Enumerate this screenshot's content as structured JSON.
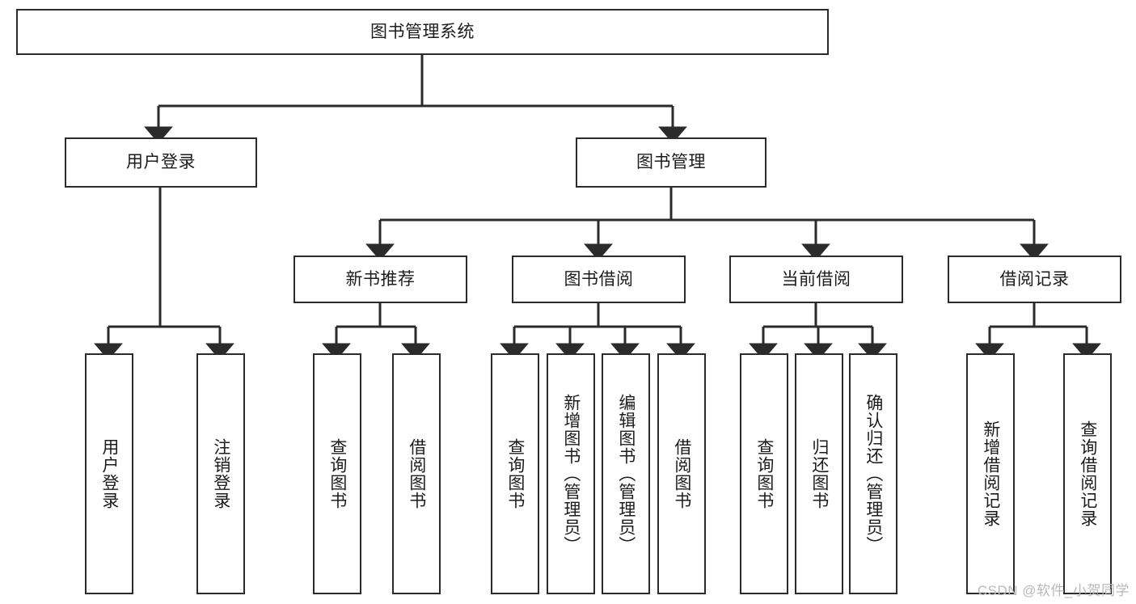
{
  "diagram": {
    "title_node": {
      "id": "root",
      "label": "图书管理系统"
    },
    "level2": [
      {
        "id": "user-login",
        "label": "用户登录"
      },
      {
        "id": "book-management",
        "label": "图书管理"
      }
    ],
    "level3": [
      {
        "id": "new-book-recommend",
        "label": "新书推荐"
      },
      {
        "id": "book-borrow",
        "label": "图书借阅"
      },
      {
        "id": "current-borrow",
        "label": "当前借阅"
      },
      {
        "id": "borrow-record",
        "label": "借阅记录"
      }
    ],
    "leaves": {
      "user_login": [
        {
          "id": "leaf-user-login",
          "label": "用户登录"
        },
        {
          "id": "leaf-logout-login",
          "label": "注销登录"
        }
      ],
      "new_book_recommend": [
        {
          "id": "leaf-query-book-1",
          "label": "查询图书"
        },
        {
          "id": "leaf-borrow-book-1",
          "label": "借阅图书"
        }
      ],
      "book_borrow": [
        {
          "id": "leaf-query-book-2",
          "label": "查询图书"
        },
        {
          "id": "leaf-add-book-admin",
          "label": "新增图书（管理员）"
        },
        {
          "id": "leaf-edit-book-admin",
          "label": "编辑图书（管理员）"
        },
        {
          "id": "leaf-borrow-book-2",
          "label": "借阅图书"
        }
      ],
      "current_borrow": [
        {
          "id": "leaf-query-book-3",
          "label": "查询图书"
        },
        {
          "id": "leaf-return-book",
          "label": "归还图书"
        },
        {
          "id": "leaf-confirm-return-admin",
          "label": "确认归还（管理员）"
        }
      ],
      "borrow_record": [
        {
          "id": "leaf-add-borrow-record",
          "label": "新增借阅记录"
        },
        {
          "id": "leaf-query-borrow-record",
          "label": "查询借阅记录"
        }
      ]
    },
    "colors": {
      "stroke": "#2b2b2b",
      "fill": "#ffffff",
      "text": "#1c1c1c",
      "watermark": "#b9b9b9"
    }
  },
  "watermark": {
    "text": "CSDN @软件_小贺同学"
  }
}
